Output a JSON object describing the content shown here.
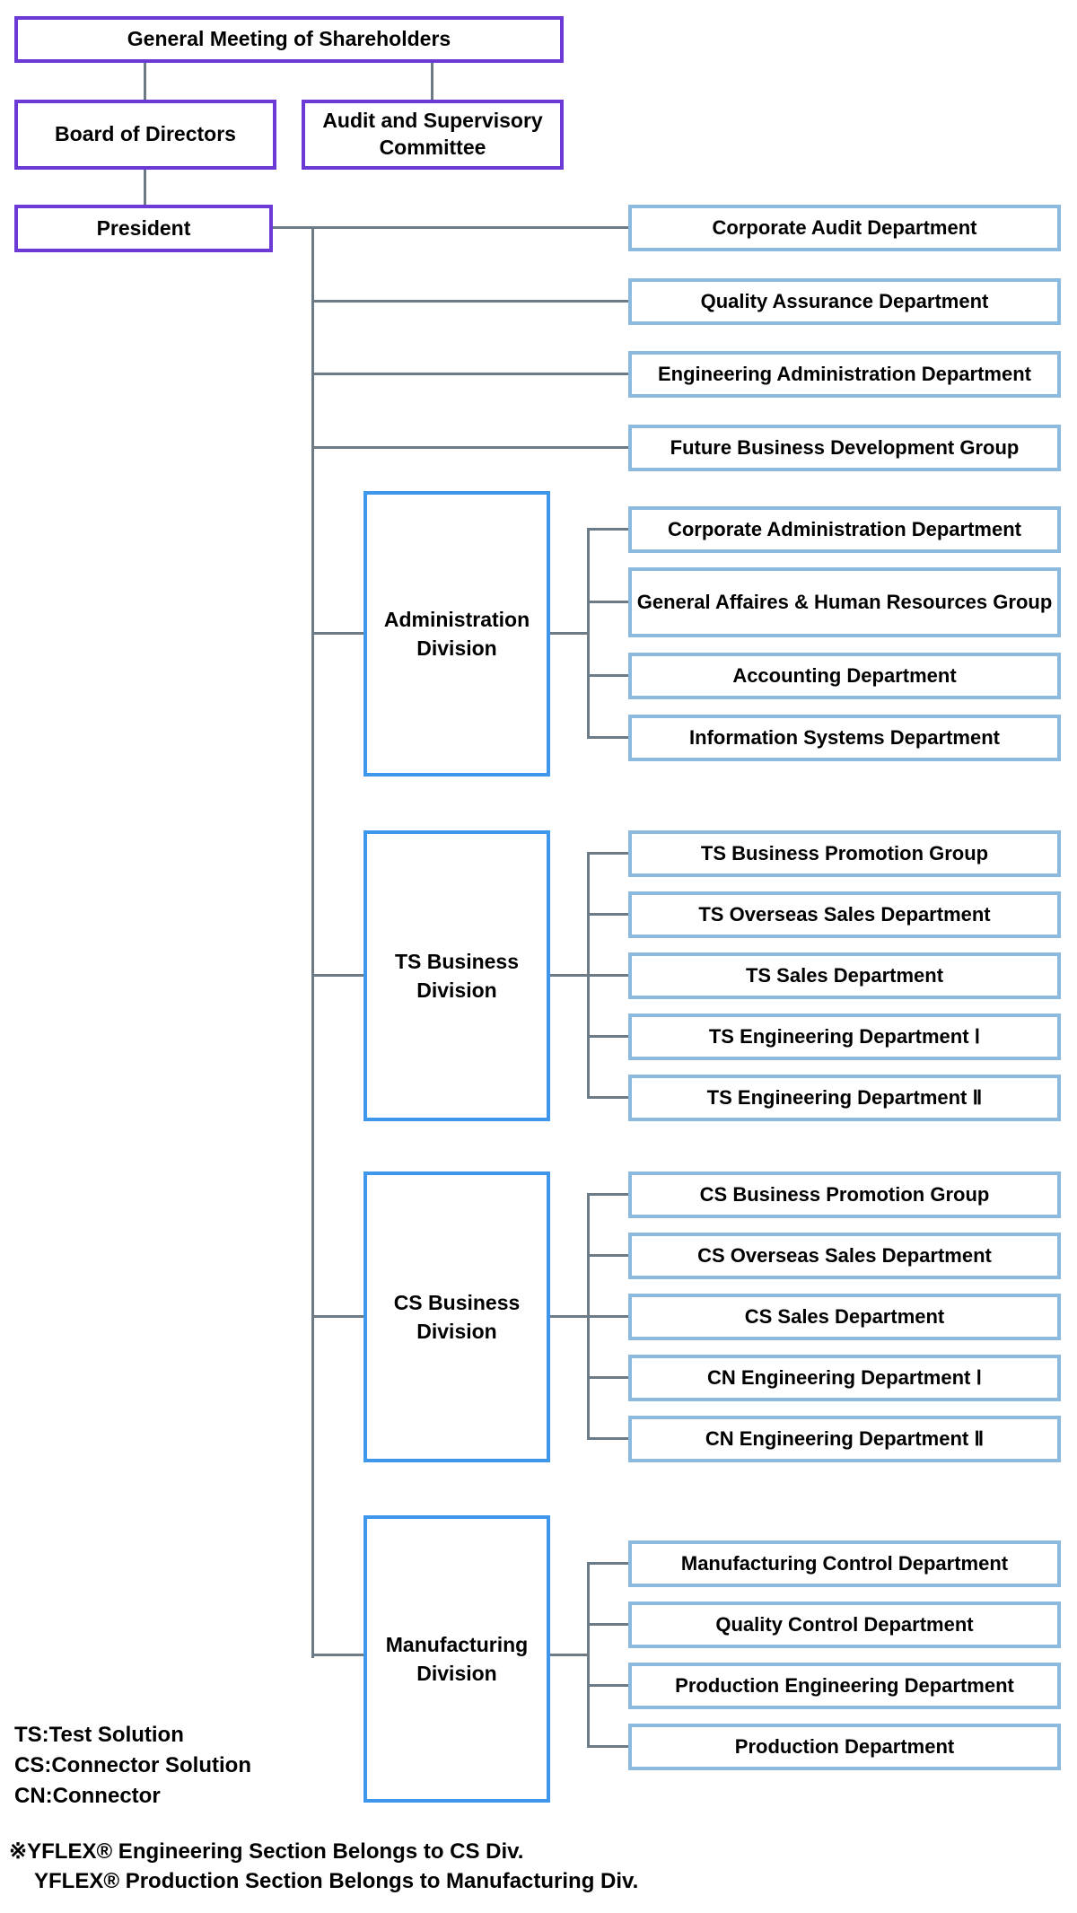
{
  "colors": {
    "governance_border": "#6b3ad4",
    "division_border": "#3e97ec",
    "department_border": "#8cbadf",
    "connector_gray": "#6d7b87",
    "text": "#000000"
  },
  "governance": {
    "shareholders": "General Meeting of Shareholders",
    "board": "Board of Directors",
    "audit_committee": "Audit and Supervisory Committee",
    "president": "President"
  },
  "staff_departments": [
    "Corporate Audit Department",
    "Quality Assurance Department",
    "Engineering Administration Department",
    "Future Business Development Group"
  ],
  "divisions": [
    {
      "name": "Administration Division",
      "departments": [
        "Corporate Administration Department",
        "General Affaires & Human Resources Group",
        "Accounting Department",
        "Information Systems Department"
      ]
    },
    {
      "name": "TS Business Division",
      "departments": [
        "TS Business Promotion Group",
        "TS Overseas Sales Department",
        "TS Sales Department",
        "TS Engineering Department Ⅰ",
        "TS Engineering Department Ⅱ"
      ]
    },
    {
      "name": "CS Business Division",
      "departments": [
        "CS Business Promotion Group",
        "CS Overseas Sales Department",
        "CS Sales Department",
        "CN Engineering Department Ⅰ",
        "CN Engineering Department Ⅱ"
      ]
    },
    {
      "name": "Manufacturing Division",
      "departments": [
        "Manufacturing Control Department",
        "Quality Control Department",
        "Production Engineering Department",
        "Production Department"
      ]
    }
  ],
  "legend": [
    "TS:Test Solution",
    "CS:Connector Solution",
    "CN:Connector"
  ],
  "footnotes": [
    "※YFLEX® Engineering Section Belongs to CS Div.",
    "YFLEX® Production Section Belongs to Manufacturing Div."
  ]
}
